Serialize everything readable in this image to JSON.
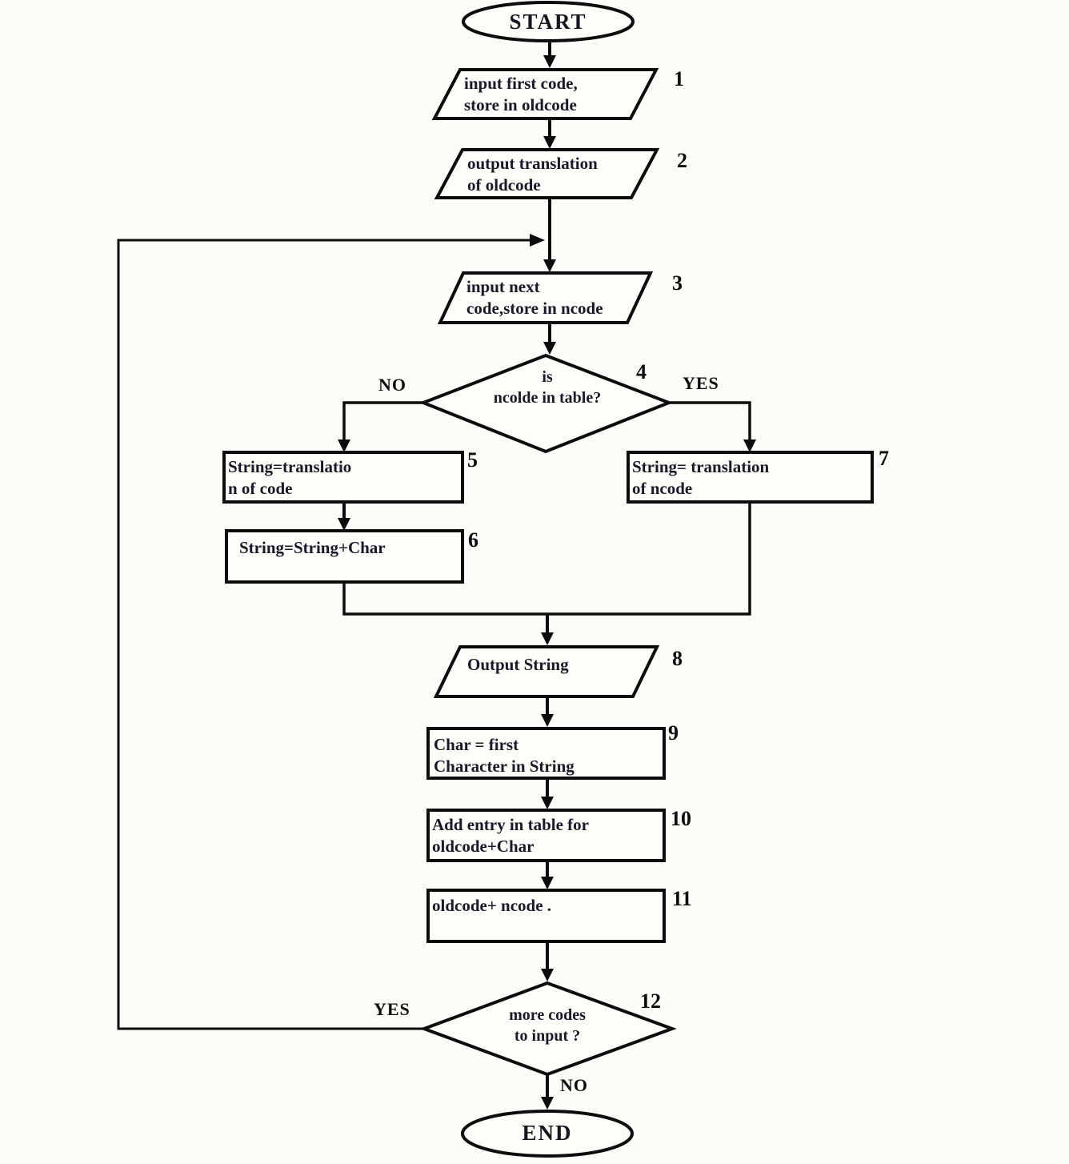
{
  "colors": {
    "background": "#fcfcf8",
    "ink": "#0c0c0c",
    "node_text": "#191927"
  },
  "nodes": {
    "start": {
      "label": "START"
    },
    "n1": {
      "num": "1",
      "line1": "input first code,",
      "line2": "store in oldcode"
    },
    "n2": {
      "num": "2",
      "line1": "output translation",
      "line2": "of oldcode"
    },
    "n3": {
      "num": "3",
      "line1": "input next",
      "line2": "code,store in ncode"
    },
    "n4": {
      "num": "4",
      "line1": "is",
      "line2": "ncolde in table?",
      "no_label": "NO",
      "yes_label": "YES"
    },
    "n5": {
      "num": "5",
      "line1": "String=translatio",
      "line2": "n of code"
    },
    "n6": {
      "num": "6",
      "line1": "String=String+Char"
    },
    "n7": {
      "num": "7",
      "line1": "String= translation",
      "line2": "of ncode"
    },
    "n8": {
      "num": "8",
      "line1": "Output String"
    },
    "n9": {
      "num": "9",
      "line1": "Char = first",
      "line2": "Character in String"
    },
    "n10": {
      "num": "10",
      "line1": "Add entry in table for",
      "line2": "oldcode+Char"
    },
    "n11": {
      "num": "11",
      "line1": "oldcode+ ncode ."
    },
    "n12": {
      "num": "12",
      "line1": "more codes",
      "line2": "to input ?",
      "yes_label": "YES",
      "no_label": "NO"
    },
    "end": {
      "label": "END"
    }
  }
}
